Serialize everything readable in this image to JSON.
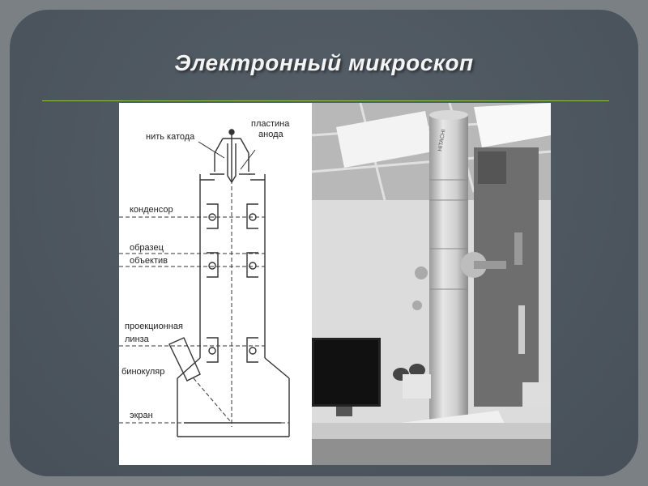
{
  "slide": {
    "title": "Электронный  микроскоп"
  },
  "diagram": {
    "labels": {
      "cathode": "нить катода",
      "anode_line1": "пластина",
      "anode_line2": "анода",
      "condenser": "конденсор",
      "specimen": "образец",
      "objective": "объектив",
      "projection_line1": "проекционная",
      "projection_line2": "линза",
      "binocular": "бинокуляр",
      "screen": "экран"
    }
  },
  "photo": {
    "column_brand_text": "HITACHI"
  },
  "colors": {
    "background": "#4f5962",
    "frame": "#7b8085",
    "rule": "#8bc34a",
    "title": "#f4f4f4"
  }
}
